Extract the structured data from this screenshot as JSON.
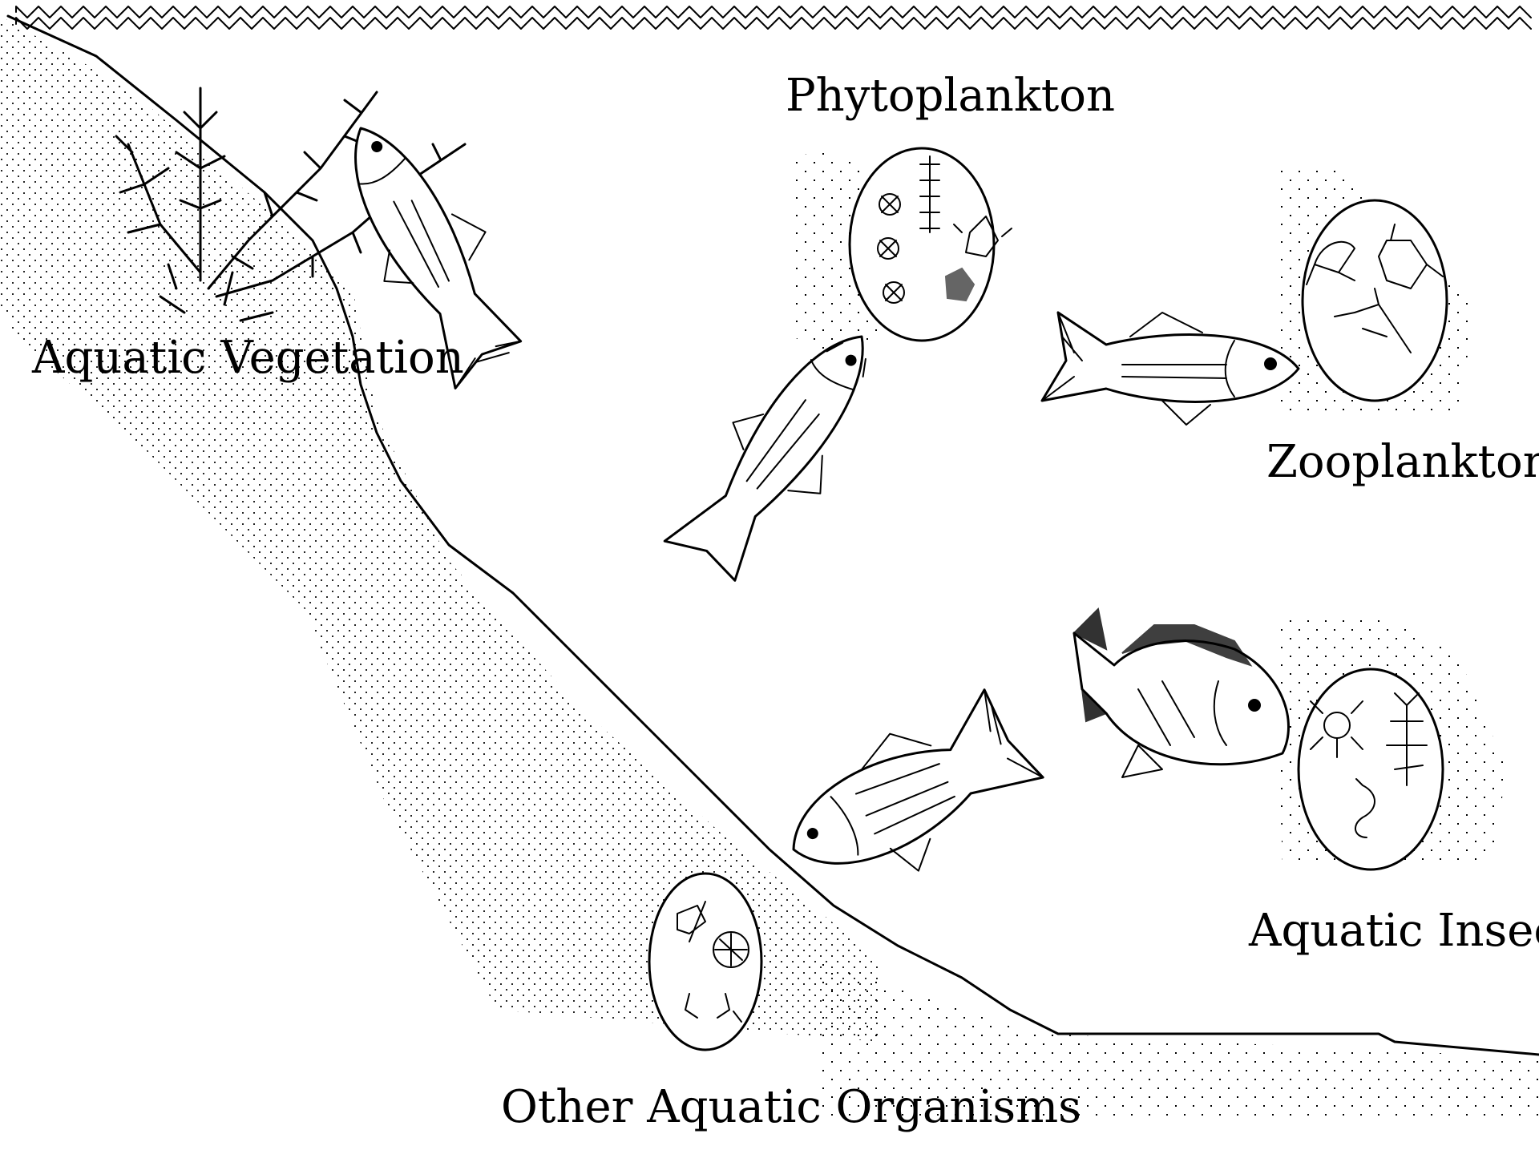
{
  "diagram": {
    "labels": {
      "aquatic_vegetation": "Aquatic Vegetation",
      "phytoplankton": "Phytoplankton",
      "zooplankton": "Zooplankton",
      "aquatic_insects": "Aquatic Insects",
      "other_aquatic_organisms": "Other Aquatic Organisms"
    }
  },
  "colors": {
    "ink": "#000000",
    "background": "#ffffff"
  }
}
